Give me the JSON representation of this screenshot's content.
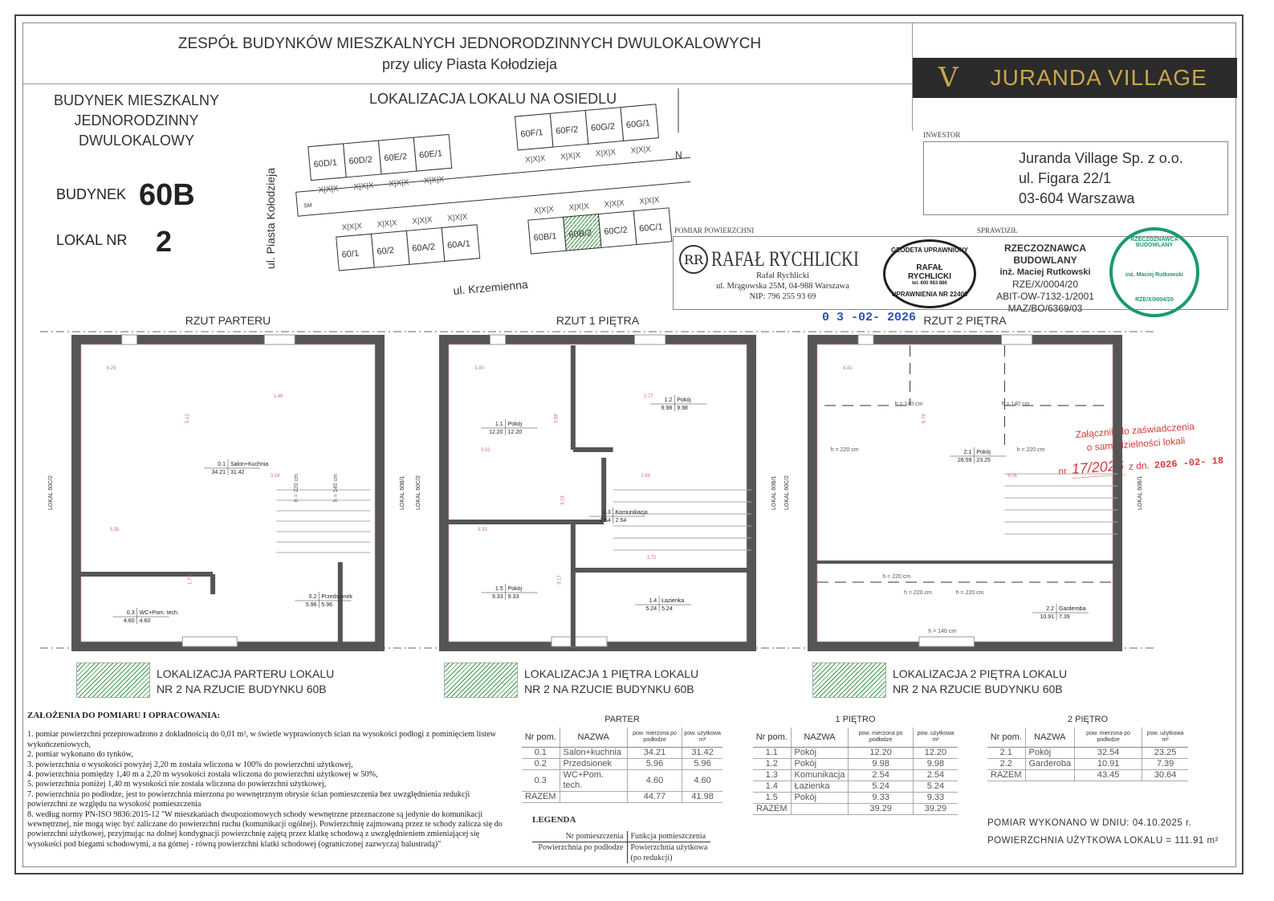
{
  "header": {
    "title": "ZESPÓŁ BUDYNKÓW MIESZKALNYCH JEDNORODZINNYCH DWULOKALOWYCH",
    "subtitle": "przy ulicy Piasta Kołodzieja"
  },
  "logo": {
    "mark": "V",
    "name": "JURANDA VILLAGE",
    "accent": "#c9a64a"
  },
  "building": {
    "type_line1": "BUDYNEK MIESZKALNY",
    "type_line2": "JEDNORODZINNY DWULOKALOWY",
    "budynek_label": "BUDYNEK",
    "budynek_value": "60B",
    "lokal_label": "LOKAL NR",
    "lokal_value": "2"
  },
  "site": {
    "title": "LOKALIZACJA LOKALU NA OSIEDLU",
    "street_left": "ul. Piasta Kołodzieja",
    "street_bottom": "ul. Krzemienna",
    "north": "N",
    "sm": "SM",
    "top_left": [
      "60D/1",
      "60D/2",
      "60E/2",
      "60E/1"
    ],
    "top_right": [
      "60F/1",
      "60F/2",
      "60G/2",
      "60G/1"
    ],
    "bottom_left": [
      "60/1",
      "60/2",
      "60A/2",
      "60A/1"
    ],
    "bottom_right": [
      "60B/1",
      "60B/2",
      "60C/2",
      "60C/1"
    ],
    "highlight": "60B/2",
    "parking": "X|X|X"
  },
  "investor": {
    "label": "INWESTOR",
    "line1": "Juranda Village Sp. z o.o.",
    "line2": "ul. Figara 22/1",
    "line3": "03-604 Warszawa"
  },
  "surveyor": {
    "label": "POMIAR POWIERZCHNI",
    "logo": "RR",
    "name": "RAFAŁ RYCHLICKI",
    "person": "Rafał Rychlicki",
    "address": "ul. Mrągowska 25M, 04-988 Warszawa",
    "nip": "NIP: 796 255 93 69",
    "seal": {
      "top": "GEODETA UPRAWNIONY",
      "name1": "RAFAŁ",
      "name2": "RYCHLICKI",
      "tel": "tel. 600 983 886",
      "bottom": "UPRAWNIENIA NR 22400"
    },
    "date_stamp": "0 3 -02- 2026"
  },
  "checker": {
    "label": "SPRAWDZIŁ",
    "title": "RZECZOZNAWCA BUDOWLANY",
    "name": "inż. Maciej Rutkowski",
    "id1": "RZE/X/0004/20",
    "id2": "ABIT-OW-7132-1/2001",
    "id3": "MAZ/BO/6369/03",
    "seal_text": "RZECZOZNAWCA BUDOWLANY",
    "seal_name": "inż. Maciej Rutkowski",
    "seal_id": "RZE/X/0004/20",
    "seal_color": "#1a9a6a"
  },
  "annex": {
    "line1": "Załącznik do zaświadczenia",
    "line2": "o samodzielności lokali",
    "nr": "nr",
    "sig": "17/2026",
    "z_dn": "z dn.",
    "date": "2026 -02- 18",
    "color": "#d63a3a"
  },
  "plans": [
    {
      "title": "RZUT PARTERU",
      "left": "LOKAL 60C/2",
      "right": "LOKAL 60B/1",
      "rooms": [
        {
          "nr": "0.1",
          "name": "Salon+Kuchnia",
          "a": "34.21",
          "b": "31.42"
        },
        {
          "nr": "0.2",
          "name": "Przedsionek",
          "a": "5.96",
          "b": "5.96"
        },
        {
          "nr": "0.3",
          "name": "WC+Pom. tech.",
          "a": "4.60",
          "b": "4.60"
        }
      ],
      "dims": [
        "6.29",
        "5.12",
        "3.18",
        "3.35",
        "1.73",
        "1.49"
      ],
      "heights": [
        "h = 220 cm",
        "h = 140 cm"
      ],
      "loc1": "LOKALIZACJA PARTERU LOKALU",
      "loc2": "NR 2 NA RZUCIE BUDYNKU 60B"
    },
    {
      "title": "RZUT 1 PIĘTRA",
      "left": "LOKAL 60C/2",
      "right": "LOKAL 60B/1",
      "rooms": [
        {
          "nr": "1.1",
          "name": "Pokój",
          "a": "12.20",
          "b": "12.20"
        },
        {
          "nr": "1.2",
          "name": "Pokój",
          "a": "9.98",
          "b": "9.98"
        },
        {
          "nr": "1.3",
          "name": "Komunikacja",
          "a": "2.54",
          "b": "2.54"
        },
        {
          "nr": "1.4",
          "name": "Łazienka",
          "a": "5.24",
          "b": "5.24"
        },
        {
          "nr": "1.5",
          "name": "Pokój",
          "a": "9.33",
          "b": "9.33"
        }
      ],
      "dims": [
        "3.80",
        "3.69",
        "2.96",
        "3.33",
        "3.17",
        "2.77",
        "3.52",
        "3.18",
        "1.72"
      ],
      "loc1": "LOKALIZACJA 1 PIĘTRA LOKALU",
      "loc2": "NR 2 NA RZUCIE BUDYNKU 60B"
    },
    {
      "title": "RZUT 2 PIĘTRA",
      "left": "LOKAL 60C/2",
      "right": "LOKAL 60B/1",
      "rooms": [
        {
          "nr": "2.1",
          "name": "Pokój",
          "a": "28.59",
          "b": "23.25"
        },
        {
          "nr": "2.2",
          "name": "Garderoba",
          "a": "10.91",
          "b": "7.39"
        }
      ],
      "dims": [
        "4.81",
        "6.76",
        "6.06"
      ],
      "heights": [
        "h = 140 cm",
        "h = 220 cm",
        "h = 220 cm",
        "h = 140 cm",
        "h = 220 cm",
        "h = 220 cm",
        "h = 220 cm",
        "h = 140 cm"
      ],
      "loc1": "LOKALIZACJA 2 PIĘTRA LOKALU",
      "loc2": "NR 2 NA RZUCIE BUDYNKU 60B"
    }
  ],
  "notes": {
    "title": "ZAŁOŻENIA DO POMIARU I OPRACOWANIA:",
    "items": [
      "1. pomiar powierzchni przeprowadzono z dokładnością do 0,01 m², w świetle wyprawionych ścian na wysokości podłogi z pominięciem listew wykończeniowych,",
      "2. pomiar wykonano do tynków,",
      "3. powierzchnia o wysokości powyżej 2,20 m została wliczona w 100% do powierzchni użytkowej,",
      "4. powierzchnia pomiędzy 1,40 m a 2,20 m wysokości została wliczona do powierzchni użytkowej w 50%,",
      "5. powierzchnia poniżej 1,40 m wysokości nie została wliczona do powierzchni użytkowej,",
      "7. powierzchnia po podłodze, jest to powierzchnia mierzona po wewnętrznym obrysie ścian pomieszczenia bez uwzględnienia redukcji powierzchni ze względu na wysokość pomieszczenia",
      "8. według normy PN-ISO 9836:2015-12 \"W mieszkaniach dwupoziomowych schody wewnętrzne przeznaczone są jedynie do komunikacji wewnętrznej, nie mogą więc być zaliczane do powierzchni ruchu (komunikacji ogólnej). Powierzchnię zajmowaną przez te schody zalicza się do powierzchni użytkowej, przyjmując na dolnej kondygnacji powierzchnię zajętą przez klatkę schodową z uwzględnieniem zmieniającej się wysokości pod biegami schodowymi, a na górnej - równą powierzchni klatki schodowej (ograniczonej zazwyczaj balustradą)\""
    ]
  },
  "tables": {
    "headers": {
      "nr": "Nr pom.",
      "name": "NAZWA",
      "a": "pow. mierzona po podłodze",
      "b": "pow. użytkowa m²"
    },
    "sections": [
      {
        "title": "PARTER",
        "rows": [
          [
            "0.1",
            "Salon+kuchnia",
            "34.21",
            "31.42"
          ],
          [
            "0.2",
            "Przedsionek",
            "5.96",
            "5.96"
          ],
          [
            "0.3",
            "WC+Pom. tech.",
            "4.60",
            "4.60"
          ]
        ],
        "total": [
          "RAZEM",
          "",
          "44.77",
          "41.98"
        ]
      },
      {
        "title": "1 PIĘTRO",
        "rows": [
          [
            "1.1",
            "Pokój",
            "12.20",
            "12.20"
          ],
          [
            "1.2",
            "Pokój",
            "9.98",
            "9.98"
          ],
          [
            "1.3",
            "Komunikacja",
            "2.54",
            "2.54"
          ],
          [
            "1.4",
            "Łazienka",
            "5.24",
            "5.24"
          ],
          [
            "1.5",
            "Pokój",
            "9.33",
            "9.33"
          ]
        ],
        "total": [
          "RAZEM",
          "",
          "39.29",
          "39.29"
        ]
      },
      {
        "title": "2 PIĘTRO",
        "rows": [
          [
            "2.1",
            "Pokój",
            "32.54",
            "23.25"
          ],
          [
            "2.2",
            "Garderoba",
            "10.91",
            "7.39"
          ]
        ],
        "total": [
          "RAZEM",
          "",
          "43.45",
          "30.64"
        ]
      }
    ]
  },
  "legend": {
    "title": "LEGENDA",
    "nr": "Nr pomieszczenia",
    "func": "Funkcja pomieszczenia",
    "floor": "Powierzchnia po podłodze",
    "usable": "Powierzchnia użytkowa",
    "usable2": "(po redukcji)"
  },
  "summary": {
    "date_label": "POMIAR WYKONANO W DNIU:",
    "date": "04.10.2025 r.",
    "area_label": "POWIERZCHNIA UŻYTKOWA LOKALU =",
    "area": "111.91",
    "unit": "m²"
  }
}
